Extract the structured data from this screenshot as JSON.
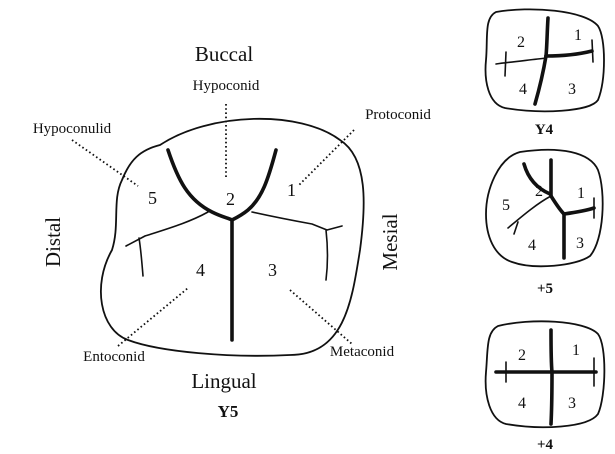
{
  "main_diagram": {
    "orientation": {
      "top": "Buccal",
      "bottom": "Lingual",
      "left": "Distal",
      "right": "Mesial"
    },
    "cusps": {
      "hypoconid": "Hypoconid",
      "protoconid": "Protoconid",
      "hypoconulid": "Hypoconulid",
      "entoconid": "Entoconid",
      "metaconid": "Metaconid"
    },
    "cusp_numbers": {
      "c1": "1",
      "c2": "2",
      "c3": "3",
      "c4": "4",
      "c5": "5"
    },
    "pattern_label": "Y5"
  },
  "variants": [
    {
      "label": "Y4",
      "numbers": {
        "n1": "1",
        "n2": "2",
        "n3": "3",
        "n4": "4"
      }
    },
    {
      "label": "+5",
      "numbers": {
        "n1": "1",
        "n2": "2",
        "n3": "3",
        "n4": "4",
        "n5": "5"
      }
    },
    {
      "label": "+4",
      "numbers": {
        "n1": "1",
        "n2": "2",
        "n3": "3",
        "n4": "4"
      }
    }
  ]
}
